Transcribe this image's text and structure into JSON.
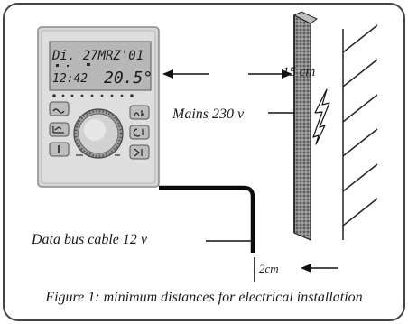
{
  "figure": {
    "labels": {
      "distance_mains": "15 cm",
      "mains": "Mains 230 v",
      "data_bus": "Data bus cable 12 v",
      "distance_bus": "2cm"
    },
    "caption": "Figure 1: minimum distances for electrical installation"
  },
  "thermostat": {
    "lcd_top": "Di. 27MRZ'01",
    "lcd_time": "12:42",
    "lcd_temp": "20.5°"
  },
  "colors": {
    "frame": "#444444",
    "device_body": "#cfcfcf",
    "lcd": "#b9b9b9",
    "cable": "#111111",
    "wall_fill": "#9a9a9a"
  }
}
